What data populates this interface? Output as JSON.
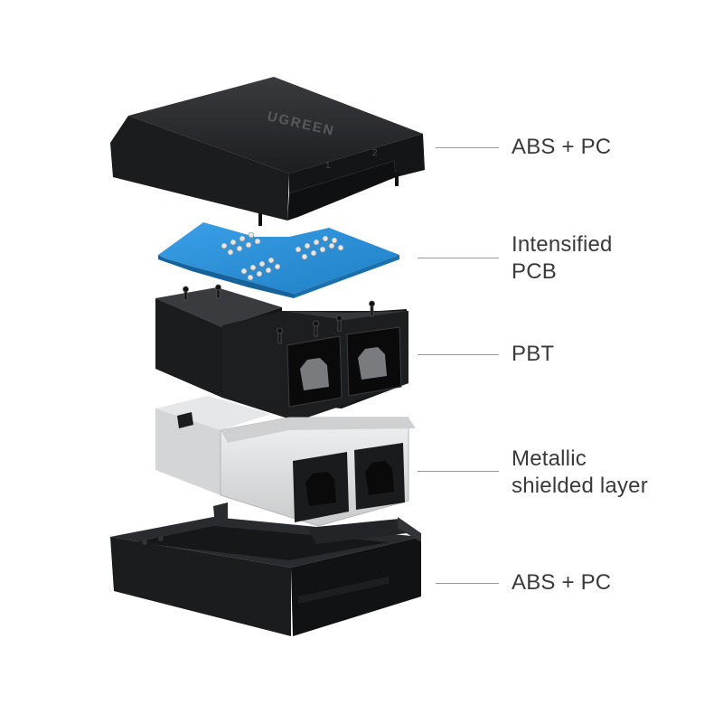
{
  "brand": {
    "logo_text": "UGREEN",
    "port_numbers": [
      "1",
      "2"
    ]
  },
  "layers": [
    {
      "id": "top-cover",
      "lines": [
        "ABS + PC"
      ]
    },
    {
      "id": "pcb",
      "lines": [
        "Intensified",
        "PCB"
      ]
    },
    {
      "id": "pbt-housing",
      "lines": [
        "PBT"
      ]
    },
    {
      "id": "metal-shield",
      "lines": [
        "Metallic",
        "shielded layer"
      ]
    },
    {
      "id": "bottom-case",
      "lines": [
        "ABS + PC"
      ]
    }
  ],
  "colors": {
    "plastic": "#1f1f21",
    "pcb": "#2a8fd6",
    "metal": "#d9dadb",
    "label": "#3a3a3a",
    "line": "#9a9a9a"
  }
}
